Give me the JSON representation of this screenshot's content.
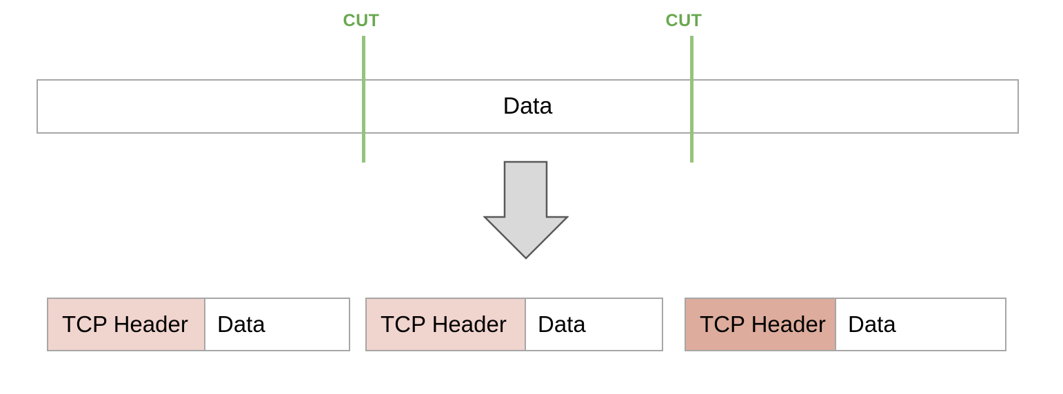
{
  "diagram_name": "tcp-data-segmentation",
  "original_bar": {
    "label": "Data"
  },
  "cuts": [
    {
      "label": "CUT"
    },
    {
      "label": "CUT"
    }
  ],
  "arrow_icon": "down-block-arrow",
  "segments": [
    {
      "tcp_header_label": "TCP Header",
      "data_label": "Data",
      "header_bg": "#f0d4ce"
    },
    {
      "tcp_header_label": "TCP Header",
      "data_label": "Data",
      "header_bg": "#f0d4ce"
    },
    {
      "tcp_header_label": "TCP Header",
      "data_label": "Data",
      "header_bg": "#ddac9c"
    }
  ],
  "colors": {
    "cut_text": "#6aa84f",
    "cut_line": "#93c47d",
    "bar_border": "#a6a6a6",
    "bar_fill": "#ffffff",
    "arrow_fill": "#d9d9d9",
    "arrow_stroke": "#595959",
    "text": "#000000"
  }
}
